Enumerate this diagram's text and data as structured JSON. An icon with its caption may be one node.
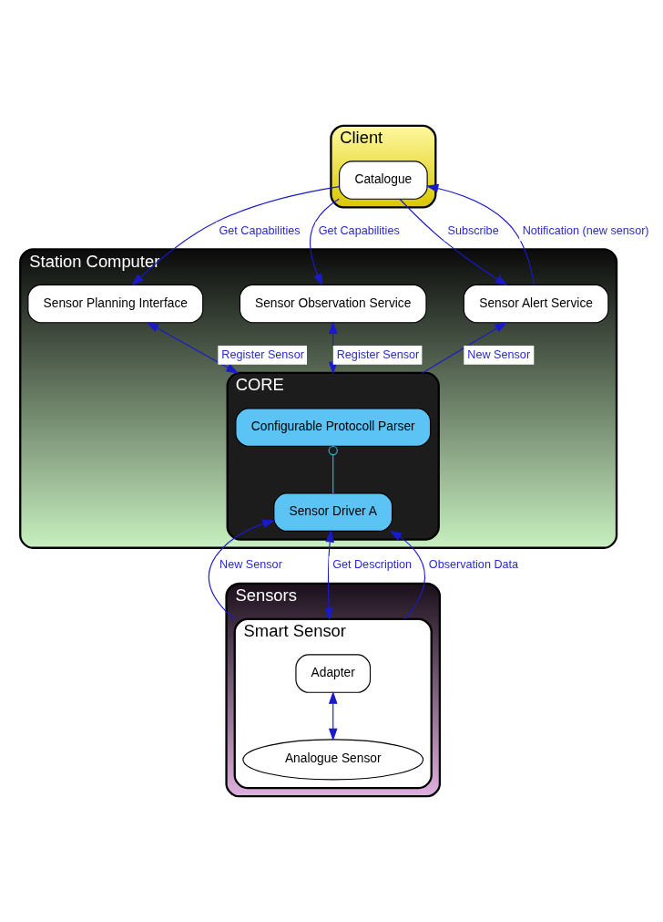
{
  "diagram": {
    "nodes": [
      {
        "text": [
          "Client"
        ]
      },
      {
        "text": [
          "Catalogue"
        ],
        "in": 0
      },
      {
        "text": [
          "Station Computer"
        ]
      },
      {
        "text": [
          "Sensor Planning Interface"
        ],
        "in": 2
      },
      {
        "text": [
          "Sensor Observation Service"
        ],
        "in": 2
      },
      {
        "text": [
          "Sensor Alert Service"
        ],
        "in": 2
      },
      {
        "text": [
          "CORE"
        ],
        "in": 2
      },
      {
        "text": [
          "Configurable Protocoll Parser"
        ],
        "in": 6
      },
      {
        "text": [
          "Sensor Driver A"
        ],
        "in": 6
      },
      {
        "text": [
          "Sensors"
        ]
      },
      {
        "text": [
          "Smart Sensor"
        ],
        "in": 9
      },
      {
        "text": [
          "Adapter"
        ],
        "in": 10
      },
      {
        "text": [
          "Analogue Sensor"
        ],
        "in": 10
      }
    ],
    "edges": [
      {
        "from": 1,
        "to": 3,
        "arrow": "to",
        "label": "Get Capabilities"
      },
      {
        "from": 1,
        "to": 4,
        "arrow": "to",
        "label": "Get Capabilities"
      },
      {
        "from": 1,
        "to": 5,
        "arrow": "to",
        "label": "Subscribe"
      },
      {
        "from": 5,
        "to": 1,
        "arrow": "to",
        "label": "Notification (new sensor)"
      },
      {
        "from": 6,
        "to": 3,
        "arrow": "both",
        "label": "Register Sensor"
      },
      {
        "from": 6,
        "to": 4,
        "arrow": "both",
        "label": "Register Sensor"
      },
      {
        "from": 6,
        "to": 5,
        "arrow": "to",
        "label": "New Sensor"
      },
      {
        "from": 8,
        "to": 7,
        "arrow": "other",
        "color": "#3ab0d8"
      },
      {
        "from": 10,
        "to": 8,
        "arrow": "to",
        "label": "New Sensor"
      },
      {
        "from": 10,
        "to": 8,
        "arrow": "both",
        "label": "Get Description"
      },
      {
        "from": 10,
        "to": 8,
        "arrow": "to",
        "label": "Observation Data"
      },
      {
        "from": 11,
        "to": 12,
        "arrow": "both"
      }
    ]
  }
}
